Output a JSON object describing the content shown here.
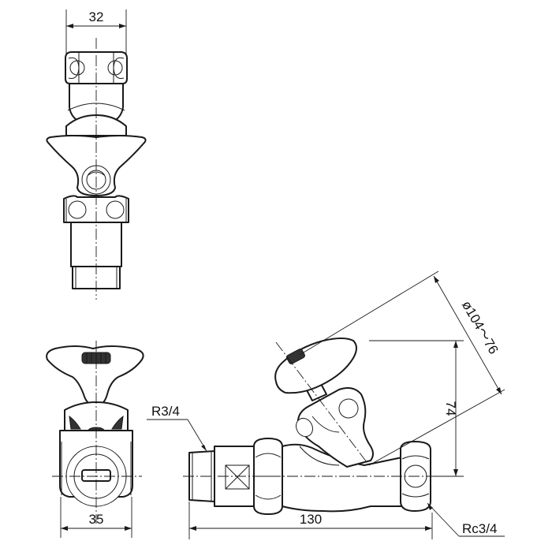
{
  "dimensions": {
    "front_width": "32",
    "side_width": "35",
    "length": "130",
    "height": "74",
    "diagonal": "ø104～76",
    "inlet_thread": "R3/4",
    "outlet_thread": "Rc3/4"
  },
  "colors": {
    "line": "#1a1a1a",
    "background": "#ffffff"
  }
}
